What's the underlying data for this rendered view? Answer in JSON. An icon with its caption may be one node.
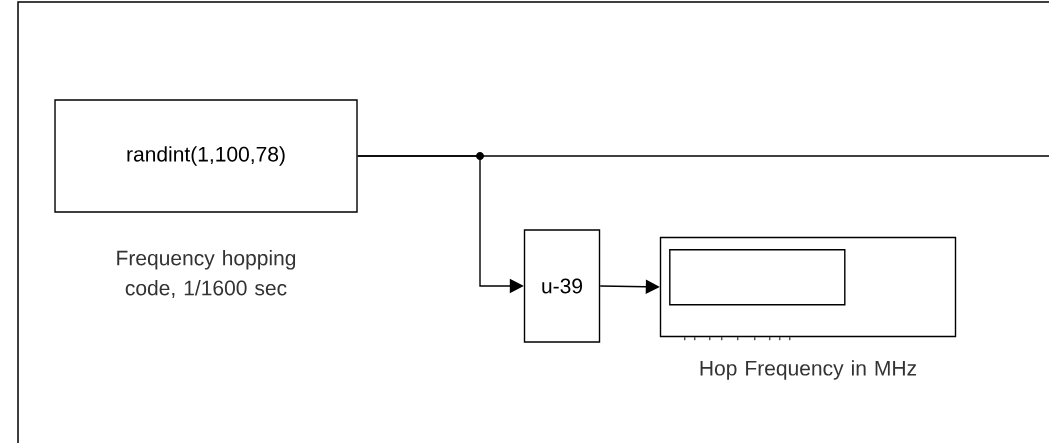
{
  "diagram": {
    "nodes": [
      {
        "text": [
          "randint(1,100,78)"
        ],
        "beside": [
          "Frequency hopping code, 1/1600 sec"
        ]
      },
      {
        "text": [
          "u-39"
        ]
      },
      {
        "text": [],
        "shape": "box",
        "beside": [
          "Hop Frequency in MHz"
        ]
      }
    ],
    "edges": [
      {
        "from": 0,
        "to": null,
        "arrow": "none"
      },
      {
        "from": 0,
        "to": 1,
        "arrow": "to"
      },
      {
        "from": 1,
        "to": 2,
        "arrow": "to"
      }
    ]
  }
}
